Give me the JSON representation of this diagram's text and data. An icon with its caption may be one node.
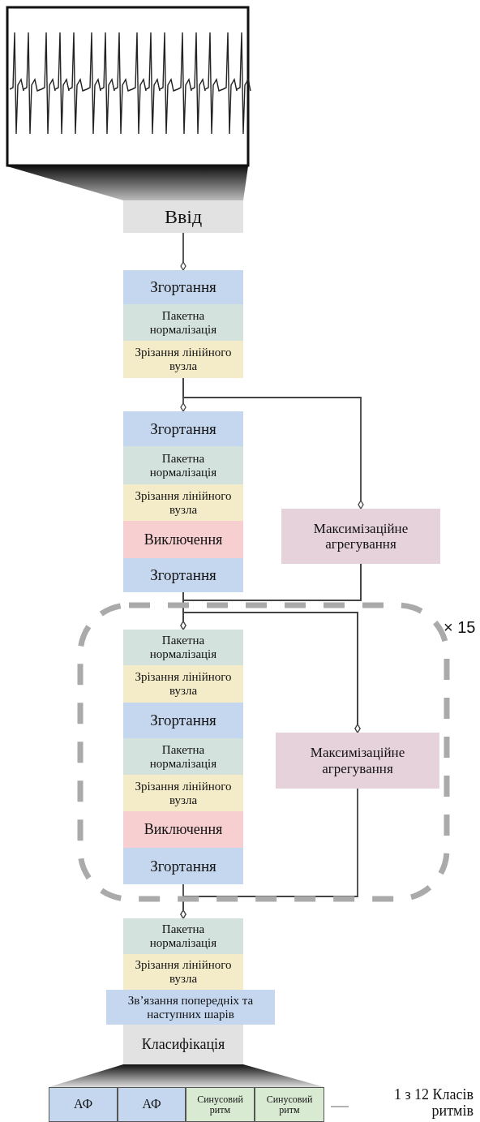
{
  "diagram": {
    "nodes": [
      {
        "text": [
          "Ввід"
        ]
      },
      {
        "text": [
          "Згортання"
        ]
      },
      {
        "text": [
          "Пакетна нормалізація"
        ]
      },
      {
        "text": [
          "Зрізання лінійного вузла"
        ]
      },
      {
        "text": [
          "Згортання"
        ]
      },
      {
        "text": [
          "Пакетна нормалізація"
        ]
      },
      {
        "text": [
          "Зрізання лінійного вузла"
        ]
      },
      {
        "text": [
          "Виключення"
        ]
      },
      {
        "text": [
          "Згортання"
        ]
      },
      {
        "text": [
          "Максимізаційне агрегування"
        ]
      },
      {
        "text": [],
        "shape": "box",
        "beside": [
          "× 15"
        ]
      },
      {
        "text": [
          "Пакетна нормалізація"
        ],
        "in": 10
      },
      {
        "text": [
          "Зрізання лінійного вузла"
        ],
        "in": 10
      },
      {
        "text": [
          "Згортання"
        ],
        "in": 10
      },
      {
        "text": [
          "Пакетна нормалізація"
        ],
        "in": 10
      },
      {
        "text": [
          "Зрізання лінійного вузла"
        ],
        "in": 10
      },
      {
        "text": [
          "Виключення"
        ],
        "in": 10
      },
      {
        "text": [
          "Згортання"
        ],
        "in": 10
      },
      {
        "text": [
          "Максимізаційне агрегування"
        ],
        "in": 10
      },
      {
        "text": [
          "Пакетна нормалізація"
        ]
      },
      {
        "text": [
          "Зрізання лінійного вузла"
        ]
      },
      {
        "text": [
          "Зв’язання попередніх та наступних шарів"
        ]
      },
      {
        "text": [
          "Класифікація"
        ]
      },
      {
        "text": [
          "АФ"
        ]
      },
      {
        "text": [
          "АФ"
        ]
      },
      {
        "text": [
          "Синусовий ритм"
        ]
      },
      {
        "text": [
          "Синусовий ритм"
        ]
      }
    ],
    "edges": [
      {
        "from": 0,
        "to": 1,
        "arrow": "other"
      },
      {
        "from": 3,
        "to": 4,
        "arrow": "other"
      },
      {
        "from": 3,
        "to": 9,
        "arrow": "other"
      },
      {
        "from": 8,
        "to": 11,
        "arrow": "other"
      },
      {
        "from": 9,
        "to": 11,
        "arrow": "other"
      },
      {
        "from": 8,
        "to": 18,
        "arrow": "other"
      },
      {
        "from": 9,
        "to": 18,
        "arrow": "other"
      },
      {
        "from": 17,
        "to": 19,
        "arrow": "other"
      },
      {
        "from": 18,
        "to": 19,
        "arrow": "other"
      }
    ],
    "labels": [
      "1 з 12 Класів ритмів"
    ]
  }
}
